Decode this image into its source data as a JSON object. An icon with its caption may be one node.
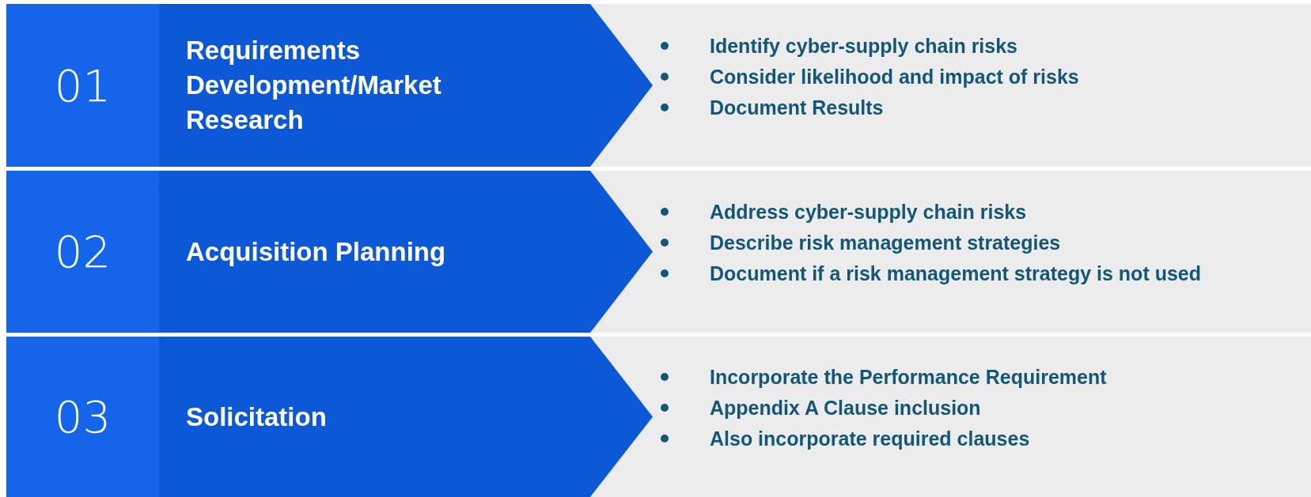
{
  "diagram": {
    "nodes": [
      {
        "text": [
          "01"
        ]
      },
      {
        "text": [
          "Requirements Development/Market Research"
        ]
      },
      {
        "text": [
          "Identify cyber-supply chain risks",
          "Consider likelihood and impact of risks",
          "Document Results"
        ]
      },
      {
        "text": [
          "02"
        ]
      },
      {
        "text": [
          "Acquisition Planning"
        ]
      },
      {
        "text": [
          "Address cyber-supply chain risks",
          "Describe risk management strategies",
          "Document if a risk management strategy is not used"
        ]
      },
      {
        "text": [
          "03"
        ]
      },
      {
        "text": [
          "Solicitation"
        ]
      },
      {
        "text": [
          "Incorporate the Performance Requirement",
          "Appendix A Clause inclusion",
          "Also incorporate required clauses"
        ]
      }
    ]
  }
}
